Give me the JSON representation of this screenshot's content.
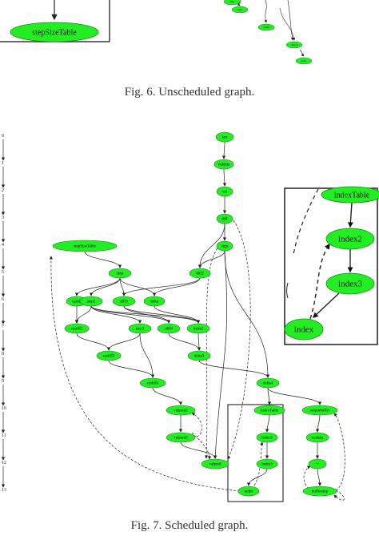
{
  "captions": {
    "fig6": "Fig. 6.    Unscheduled graph.",
    "fig7": "Fig. 7.    Scheduled graph."
  },
  "top_fragment": {
    "main_node": "stepSizeTable",
    "small_nodes": [
      {
        "id": "s1",
        "label": "step"
      },
      {
        "id": "s2",
        "label": "vpdiff"
      },
      {
        "id": "s3",
        "label": "valpred"
      },
      {
        "id": "s4",
        "label": "index"
      },
      {
        "id": "s5",
        "label": "outp"
      }
    ]
  },
  "time_steps": [
    "0",
    "1",
    "2",
    "3",
    "4",
    "5",
    "6",
    "7",
    "8",
    "9",
    "10",
    "11",
    "12",
    "13"
  ],
  "nodes": [
    {
      "id": "len",
      "label": "len"
    },
    {
      "id": "valdata",
      "label": "valdata"
    },
    {
      "id": "val",
      "label": "val"
    },
    {
      "id": "diff1",
      "label": "diff"
    },
    {
      "id": "sign",
      "label": "sign"
    },
    {
      "id": "sst",
      "label": "stepSizeTable"
    },
    {
      "id": "step",
      "label": "step"
    },
    {
      "id": "diff2",
      "label": "diff2"
    },
    {
      "id": "vpdiff",
      "label": "vpdiff"
    },
    {
      "id": "step2",
      "label": "step2"
    },
    {
      "id": "diff3",
      "label": "diff3"
    },
    {
      "id": "delta",
      "label": "delta"
    },
    {
      "id": "vpdiff2",
      "label": "vpdiff2"
    },
    {
      "id": "step3",
      "label": "step3"
    },
    {
      "id": "diff4",
      "label": "diff4"
    },
    {
      "id": "delta2",
      "label": "delta2"
    },
    {
      "id": "vpdiff3",
      "label": "vpdiff3"
    },
    {
      "id": "delta3",
      "label": "delta3"
    },
    {
      "id": "vpdiff4",
      "label": "vpdiff4"
    },
    {
      "id": "delta4",
      "label": "delta4"
    },
    {
      "id": "valpred2",
      "label": "valpred2"
    },
    {
      "id": "indexTable",
      "label": "indexTable"
    },
    {
      "id": "outputbuffer",
      "label": "outputbuffer"
    },
    {
      "id": "valpred3",
      "label": "valpred3"
    },
    {
      "id": "index2",
      "label": "index2"
    },
    {
      "id": "outdata",
      "label": "outdata"
    },
    {
      "id": "valpred",
      "label": "valpred"
    },
    {
      "id": "index3",
      "label": "index3"
    },
    {
      "id": "op",
      "label": "+"
    },
    {
      "id": "index",
      "label": "index"
    },
    {
      "id": "bufferstep",
      "label": "bufferstep"
    }
  ],
  "inset_nodes": [
    {
      "id": "z_indexTable",
      "label": "indexTable"
    },
    {
      "id": "z_index2",
      "label": "index2"
    },
    {
      "id": "z_index3",
      "label": "index3"
    },
    {
      "id": "z_index",
      "label": "index"
    }
  ],
  "colors": {
    "node_fill": "#22ee22",
    "node_stroke": "#1a8a1a",
    "edge": "#222222",
    "box": "#111111"
  }
}
